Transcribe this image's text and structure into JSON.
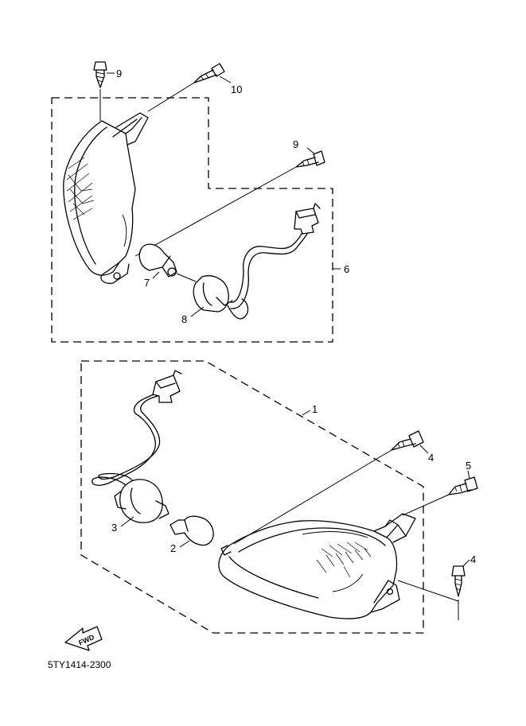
{
  "diagram_code": "5TY1414-2300",
  "fwd_label": "FWD",
  "callouts": {
    "c1": "1",
    "c2": "2",
    "c3": "3",
    "c4a": "4",
    "c4b": "4",
    "c5": "5",
    "c6": "6",
    "c7": "7",
    "c8": "8",
    "c9a": "9",
    "c9b": "9",
    "c10": "10"
  }
}
